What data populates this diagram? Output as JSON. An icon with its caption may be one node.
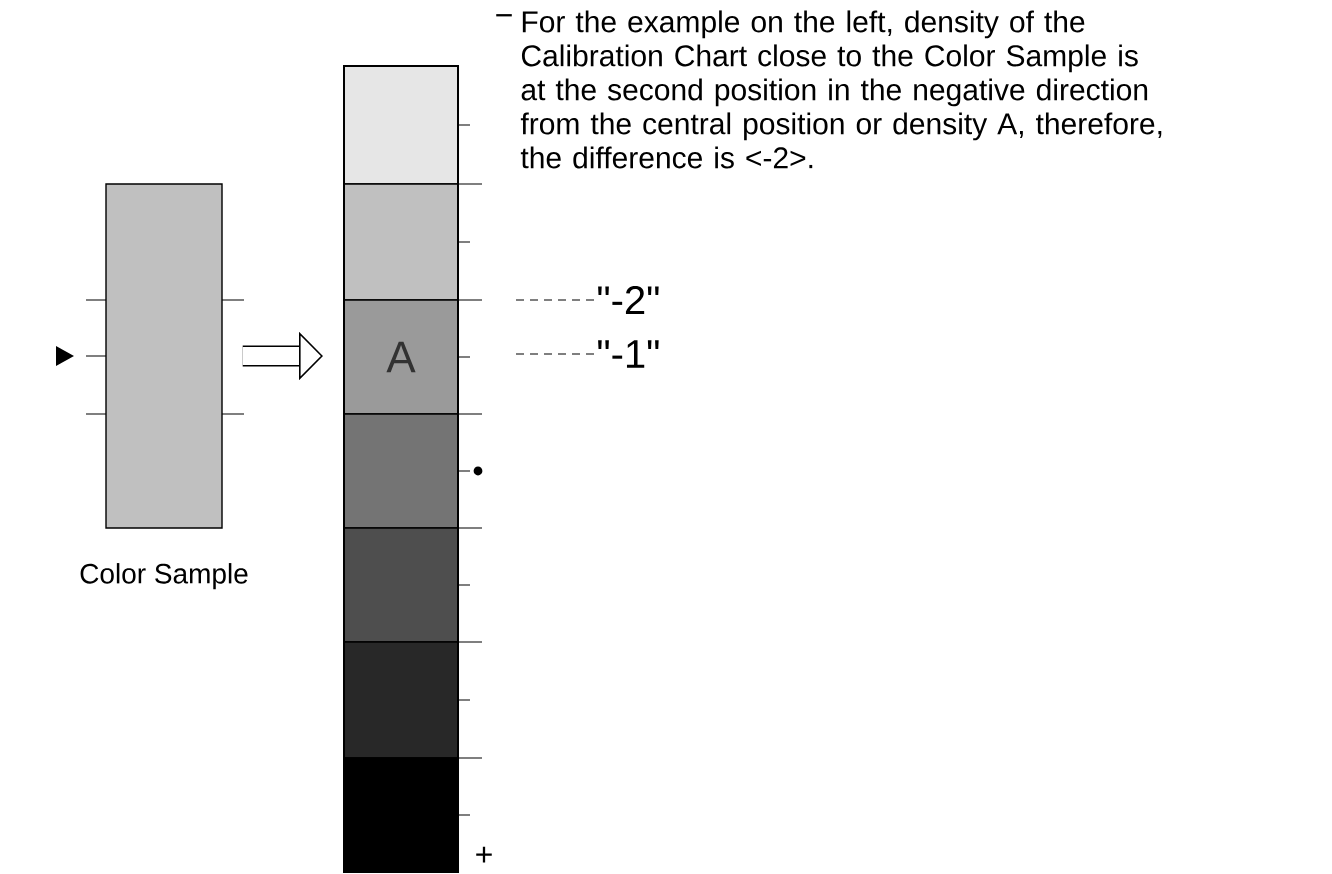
{
  "diagram": {
    "nodes": [
      {
        "text": [
          "Color Sample"
        ]
      },
      {
        "text": [],
        "shape": "bar"
      },
      {
        "text": [],
        "shape": "box",
        "in": 1
      },
      {
        "text": [],
        "shape": "box",
        "in": 1
      },
      {
        "text": [
          "A"
        ],
        "in": 1
      },
      {
        "text": [],
        "shape": "box",
        "in": 1
      },
      {
        "text": [],
        "shape": "box",
        "in": 1
      },
      {
        "text": [],
        "shape": "box",
        "in": 1
      },
      {
        "text": [],
        "shape": "box",
        "in": 1
      },
      {
        "text": [
          "\"-2\""
        ]
      },
      {
        "text": [
          "\"-1\""
        ]
      }
    ],
    "edges": [
      {
        "from": 0,
        "to": 1,
        "arrow": "to",
        "style": "thick"
      },
      {
        "from": 9,
        "to": null,
        "arrow": "none",
        "style": "dashed"
      },
      {
        "from": 10,
        "to": null,
        "arrow": "none",
        "style": "dashed"
      }
    ],
    "labels": [
      "For the example on the left, density of the Calibration Chart close to the Color Sample is at the second position in the negative direction from the central position or density A, therefore, the difference is <-2>.",
      "−",
      "+"
    ]
  }
}
